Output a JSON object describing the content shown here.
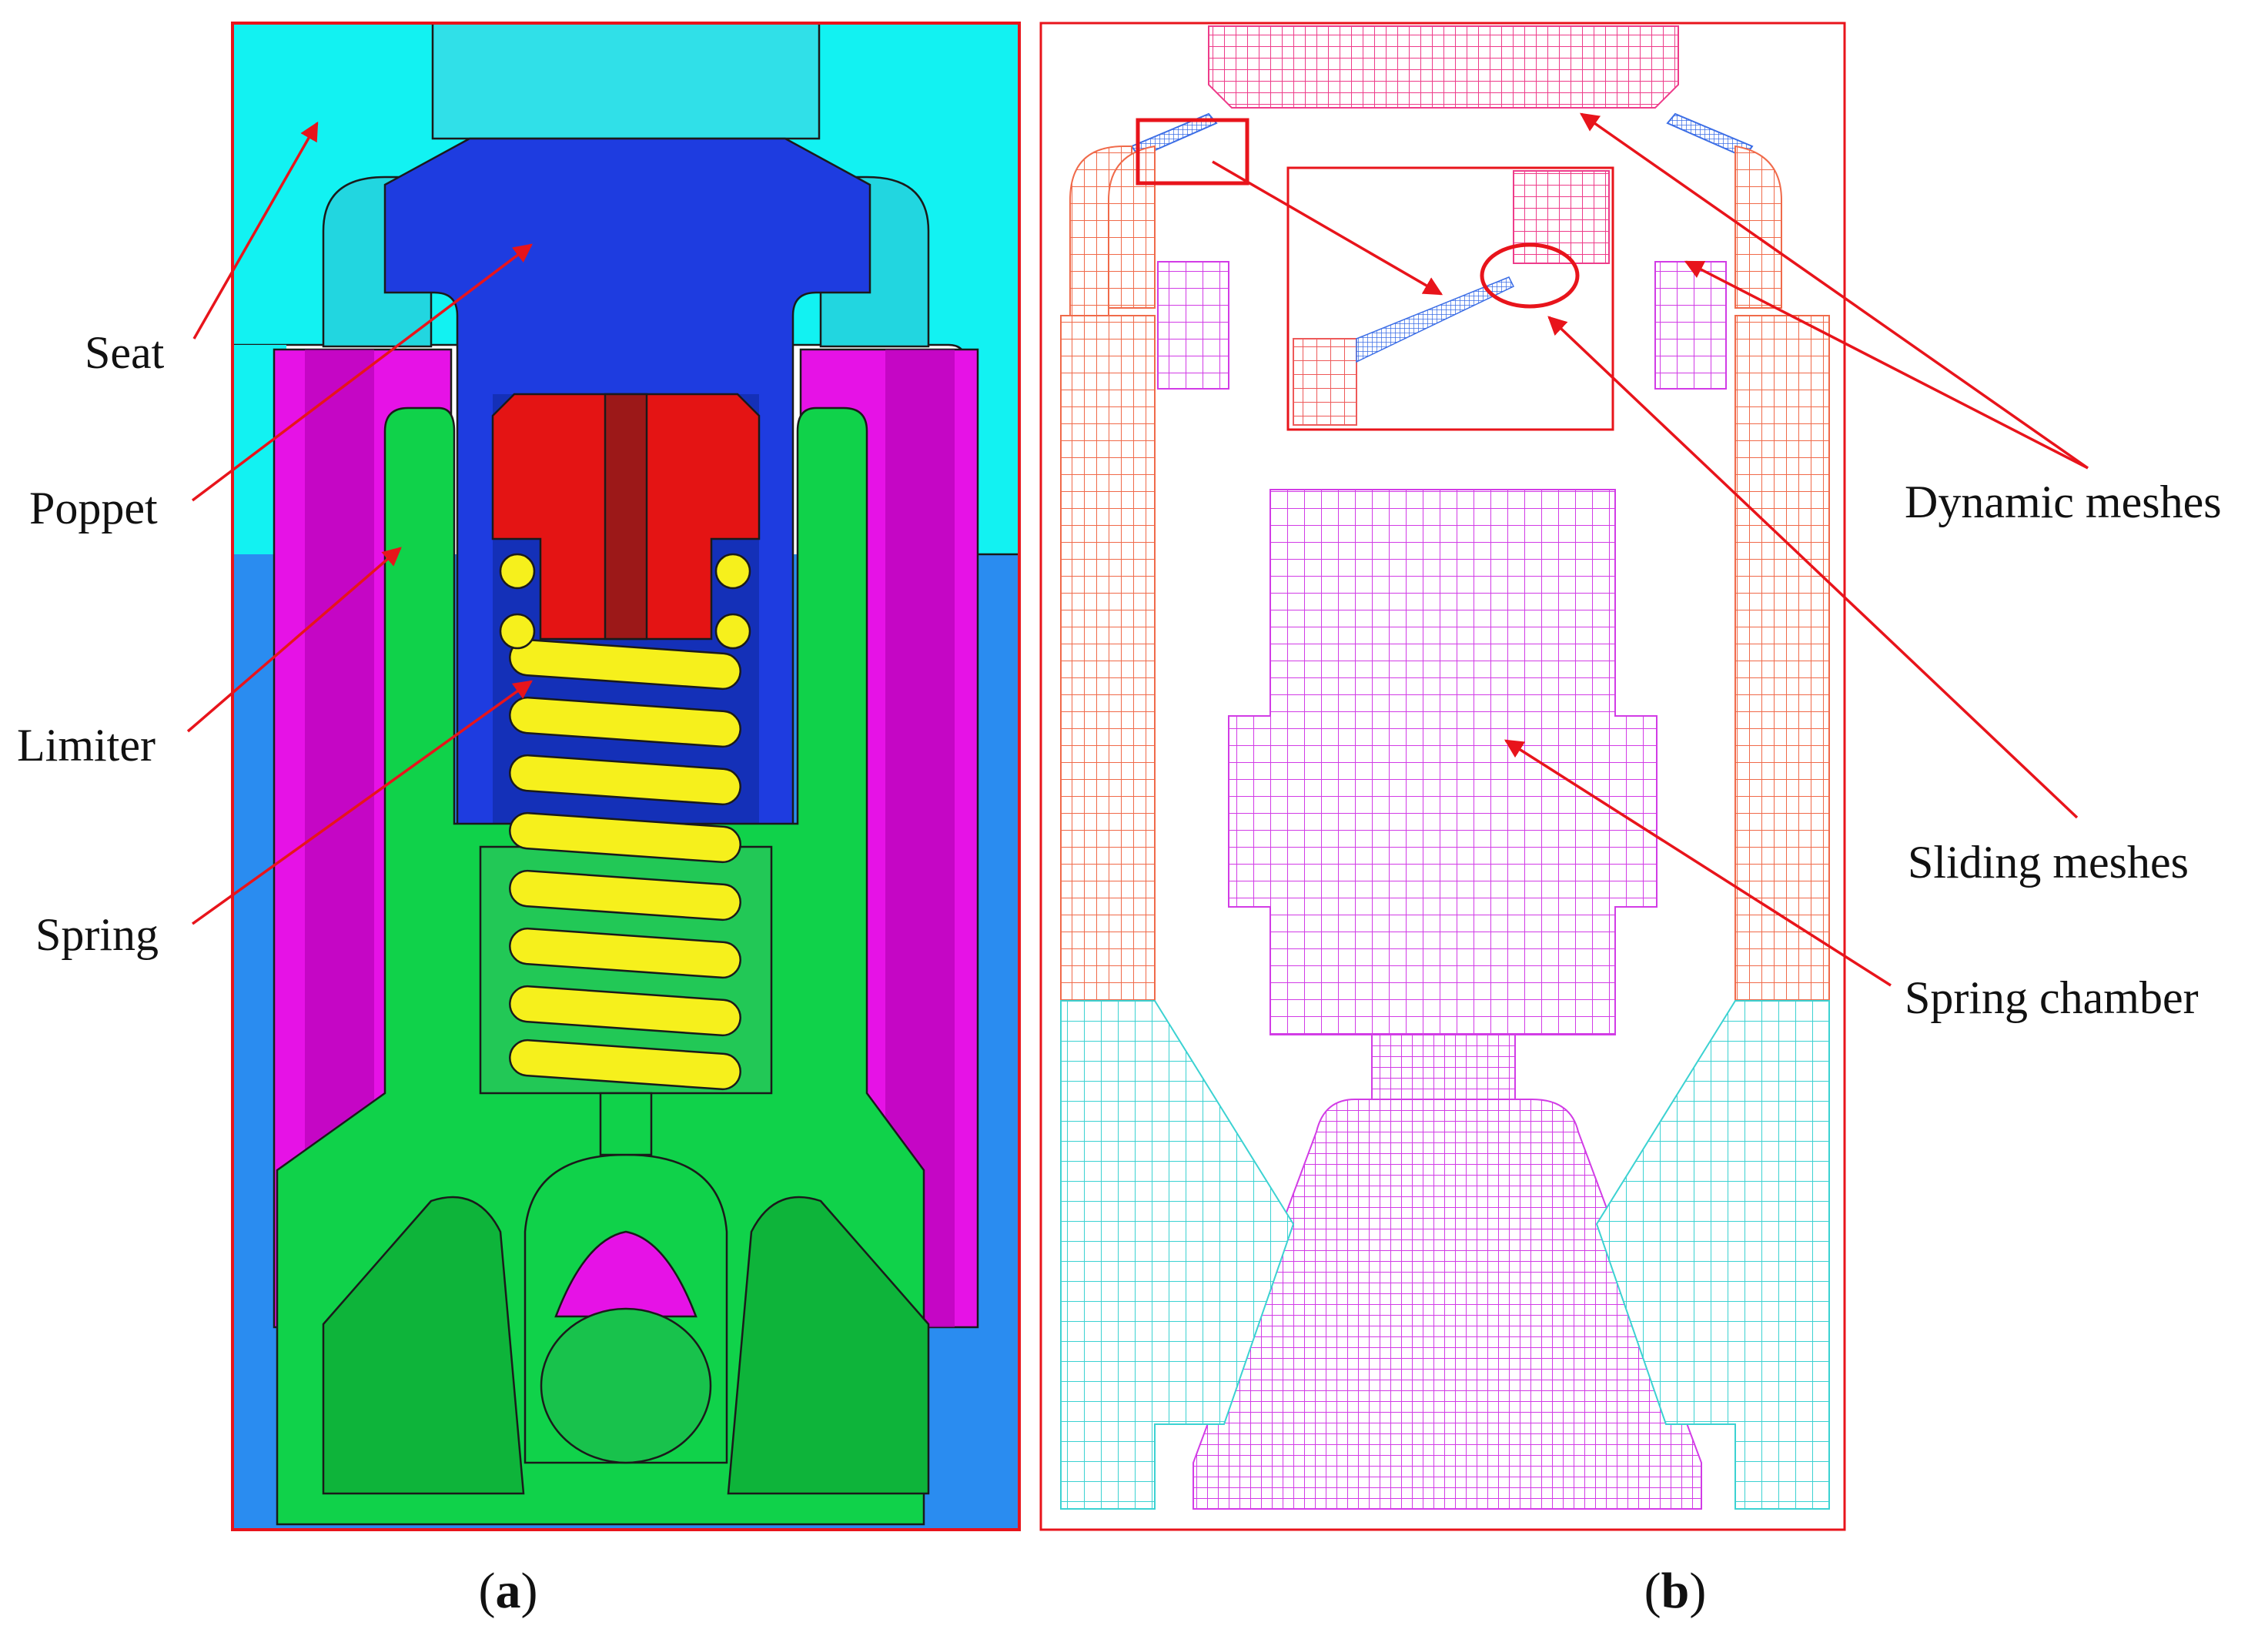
{
  "panel_a": {
    "caption_prefix": "(",
    "caption_letter": "a",
    "caption_suffix": ")",
    "labels": {
      "seat": "Seat",
      "poppet": "Poppet",
      "limiter": "Limiter",
      "spring": "Spring"
    }
  },
  "panel_b": {
    "caption_prefix": "(",
    "caption_letter": "b",
    "caption_suffix": ")",
    "labels": {
      "dynamic_meshes": "Dynamic meshes",
      "sliding_meshes": "Sliding meshes",
      "spring_chamber": "Spring chamber"
    }
  },
  "colors": {
    "seat_cyan": "#12f2f2",
    "body_blue": "#2a8cf0",
    "poppet_blue": "#1e3ce0",
    "limiter_green": "#10d24a",
    "sleeve_magenta": "#e612e6",
    "cap_red": "#e41414",
    "spring_yellow": "#f6f01c",
    "mesh_pink": "#ee3c8a",
    "mesh_orange": "#f06a4a",
    "mesh_magenta": "#d23ce6",
    "mesh_cyan": "#3cd2d2",
    "mesh_blue": "#3c6ee6",
    "arrow_red": "#e8141b"
  }
}
